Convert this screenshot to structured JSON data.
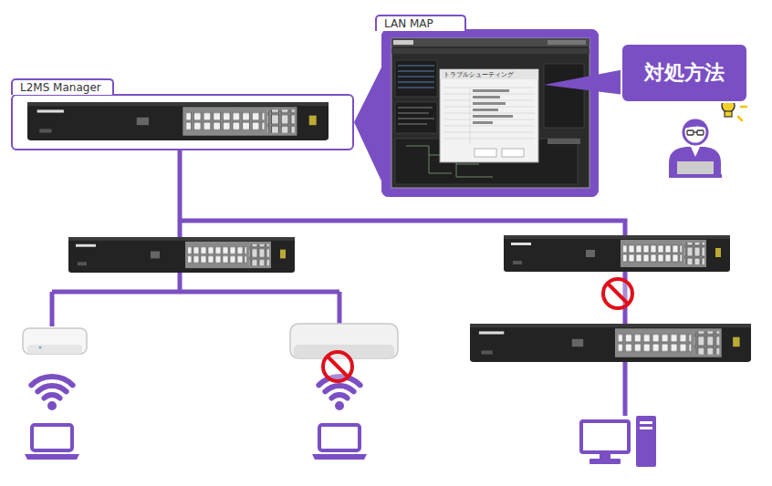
{
  "diagram": {
    "nodes": [
      {
        "text": [
          "L2MS Manager"
        ]
      },
      {
        "text": [
          "LAN MAP"
        ]
      },
      {
        "text": [
          "対処方法"
        ]
      }
    ],
    "labels": [
      "トラブルシューティング"
    ]
  }
}
